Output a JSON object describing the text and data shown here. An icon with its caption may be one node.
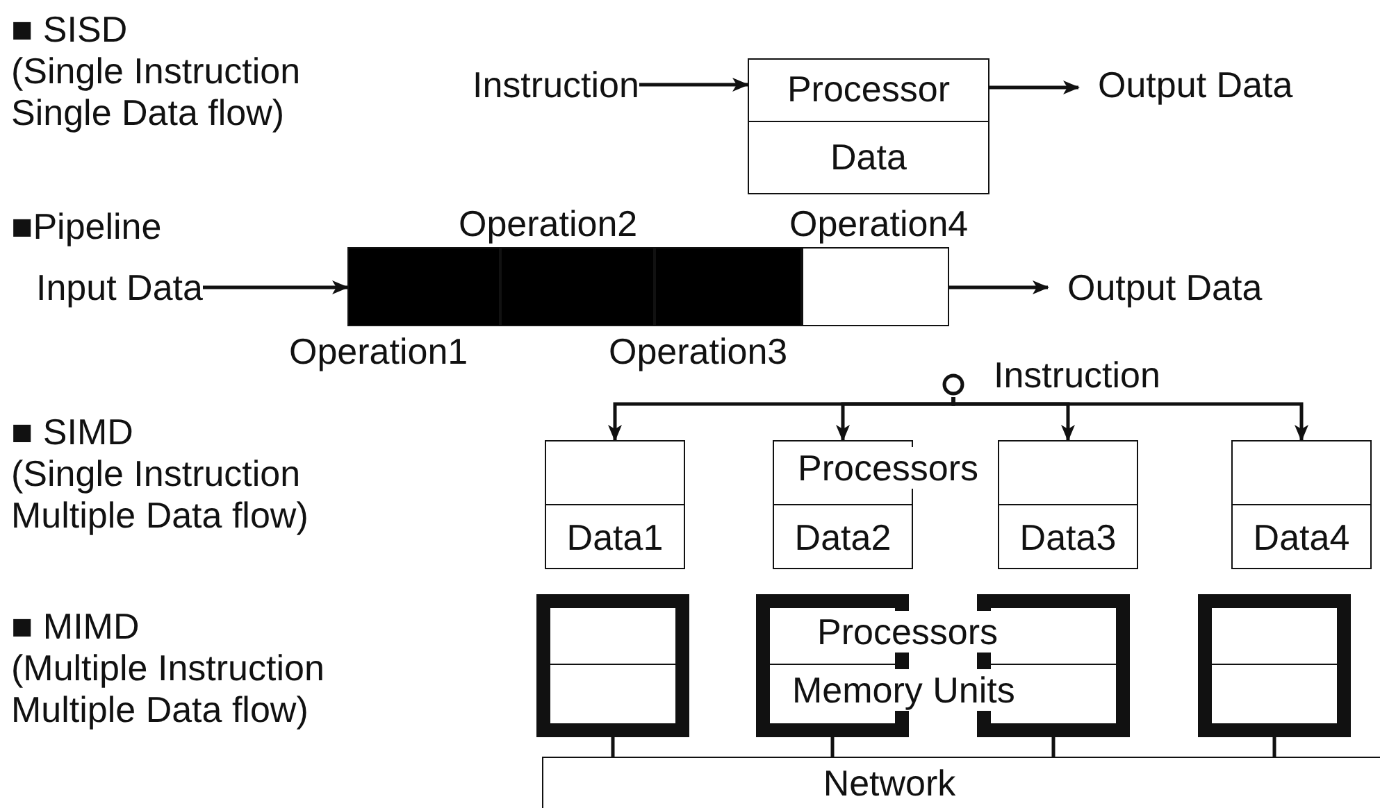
{
  "diagram": {
    "nodes": [
      {
        "text": [
          "Instruction"
        ]
      },
      {
        "text": [
          "Processor"
        ]
      },
      {
        "text": [
          "Data"
        ]
      },
      {
        "text": [
          "Output Data"
        ]
      },
      {
        "text": [
          "Input Data"
        ]
      },
      {
        "text": [],
        "shape": "bar"
      },
      {
        "text": [],
        "shape": "bar"
      },
      {
        "text": [],
        "shape": "bar"
      },
      {
        "text": [],
        "shape": "bar"
      },
      {
        "text": [
          "Output Data"
        ]
      },
      {
        "text": [
          "Instruction"
        ]
      },
      {
        "text": [
          "Data1"
        ]
      },
      {
        "text": [
          "Data2"
        ]
      },
      {
        "text": [
          "Data3"
        ]
      },
      {
        "text": [
          "Data4"
        ]
      },
      {
        "text": [],
        "shape": "box"
      },
      {
        "text": [],
        "shape": "box"
      },
      {
        "text": [],
        "shape": "box"
      },
      {
        "text": [],
        "shape": "box"
      },
      {
        "text": [
          "Network"
        ]
      }
    ],
    "edges": [
      {
        "from": 0,
        "to": 1,
        "arrow": "to"
      },
      {
        "from": 1,
        "to": 3,
        "arrow": "to"
      },
      {
        "from": 4,
        "to": 5,
        "arrow": "to"
      },
      {
        "from": 8,
        "to": 9,
        "arrow": "to"
      },
      {
        "from": 10,
        "to": 11,
        "arrow": "to"
      },
      {
        "from": 10,
        "to": 12,
        "arrow": "to"
      },
      {
        "from": 10,
        "to": 13,
        "arrow": "to"
      },
      {
        "from": 10,
        "to": 14,
        "arrow": "to"
      },
      {
        "from": 15,
        "to": 19,
        "arrow": "none"
      },
      {
        "from": 16,
        "to": 19,
        "arrow": "none"
      },
      {
        "from": 17,
        "to": 19,
        "arrow": "none"
      },
      {
        "from": 18,
        "to": 19,
        "arrow": "none"
      }
    ],
    "labels": [
      "■ SISD",
      "(Single Instruction Single Data flow)",
      "■Pipeline",
      "Operation2",
      "Operation4",
      "Operation1",
      "Operation3",
      "■ SIMD",
      "(Single Instruction Multiple Data flow)",
      "Processors",
      "■ MIMD",
      "(Multiple Instruction Multiple Data flow)",
      "Processors",
      "Memory Units"
    ]
  }
}
